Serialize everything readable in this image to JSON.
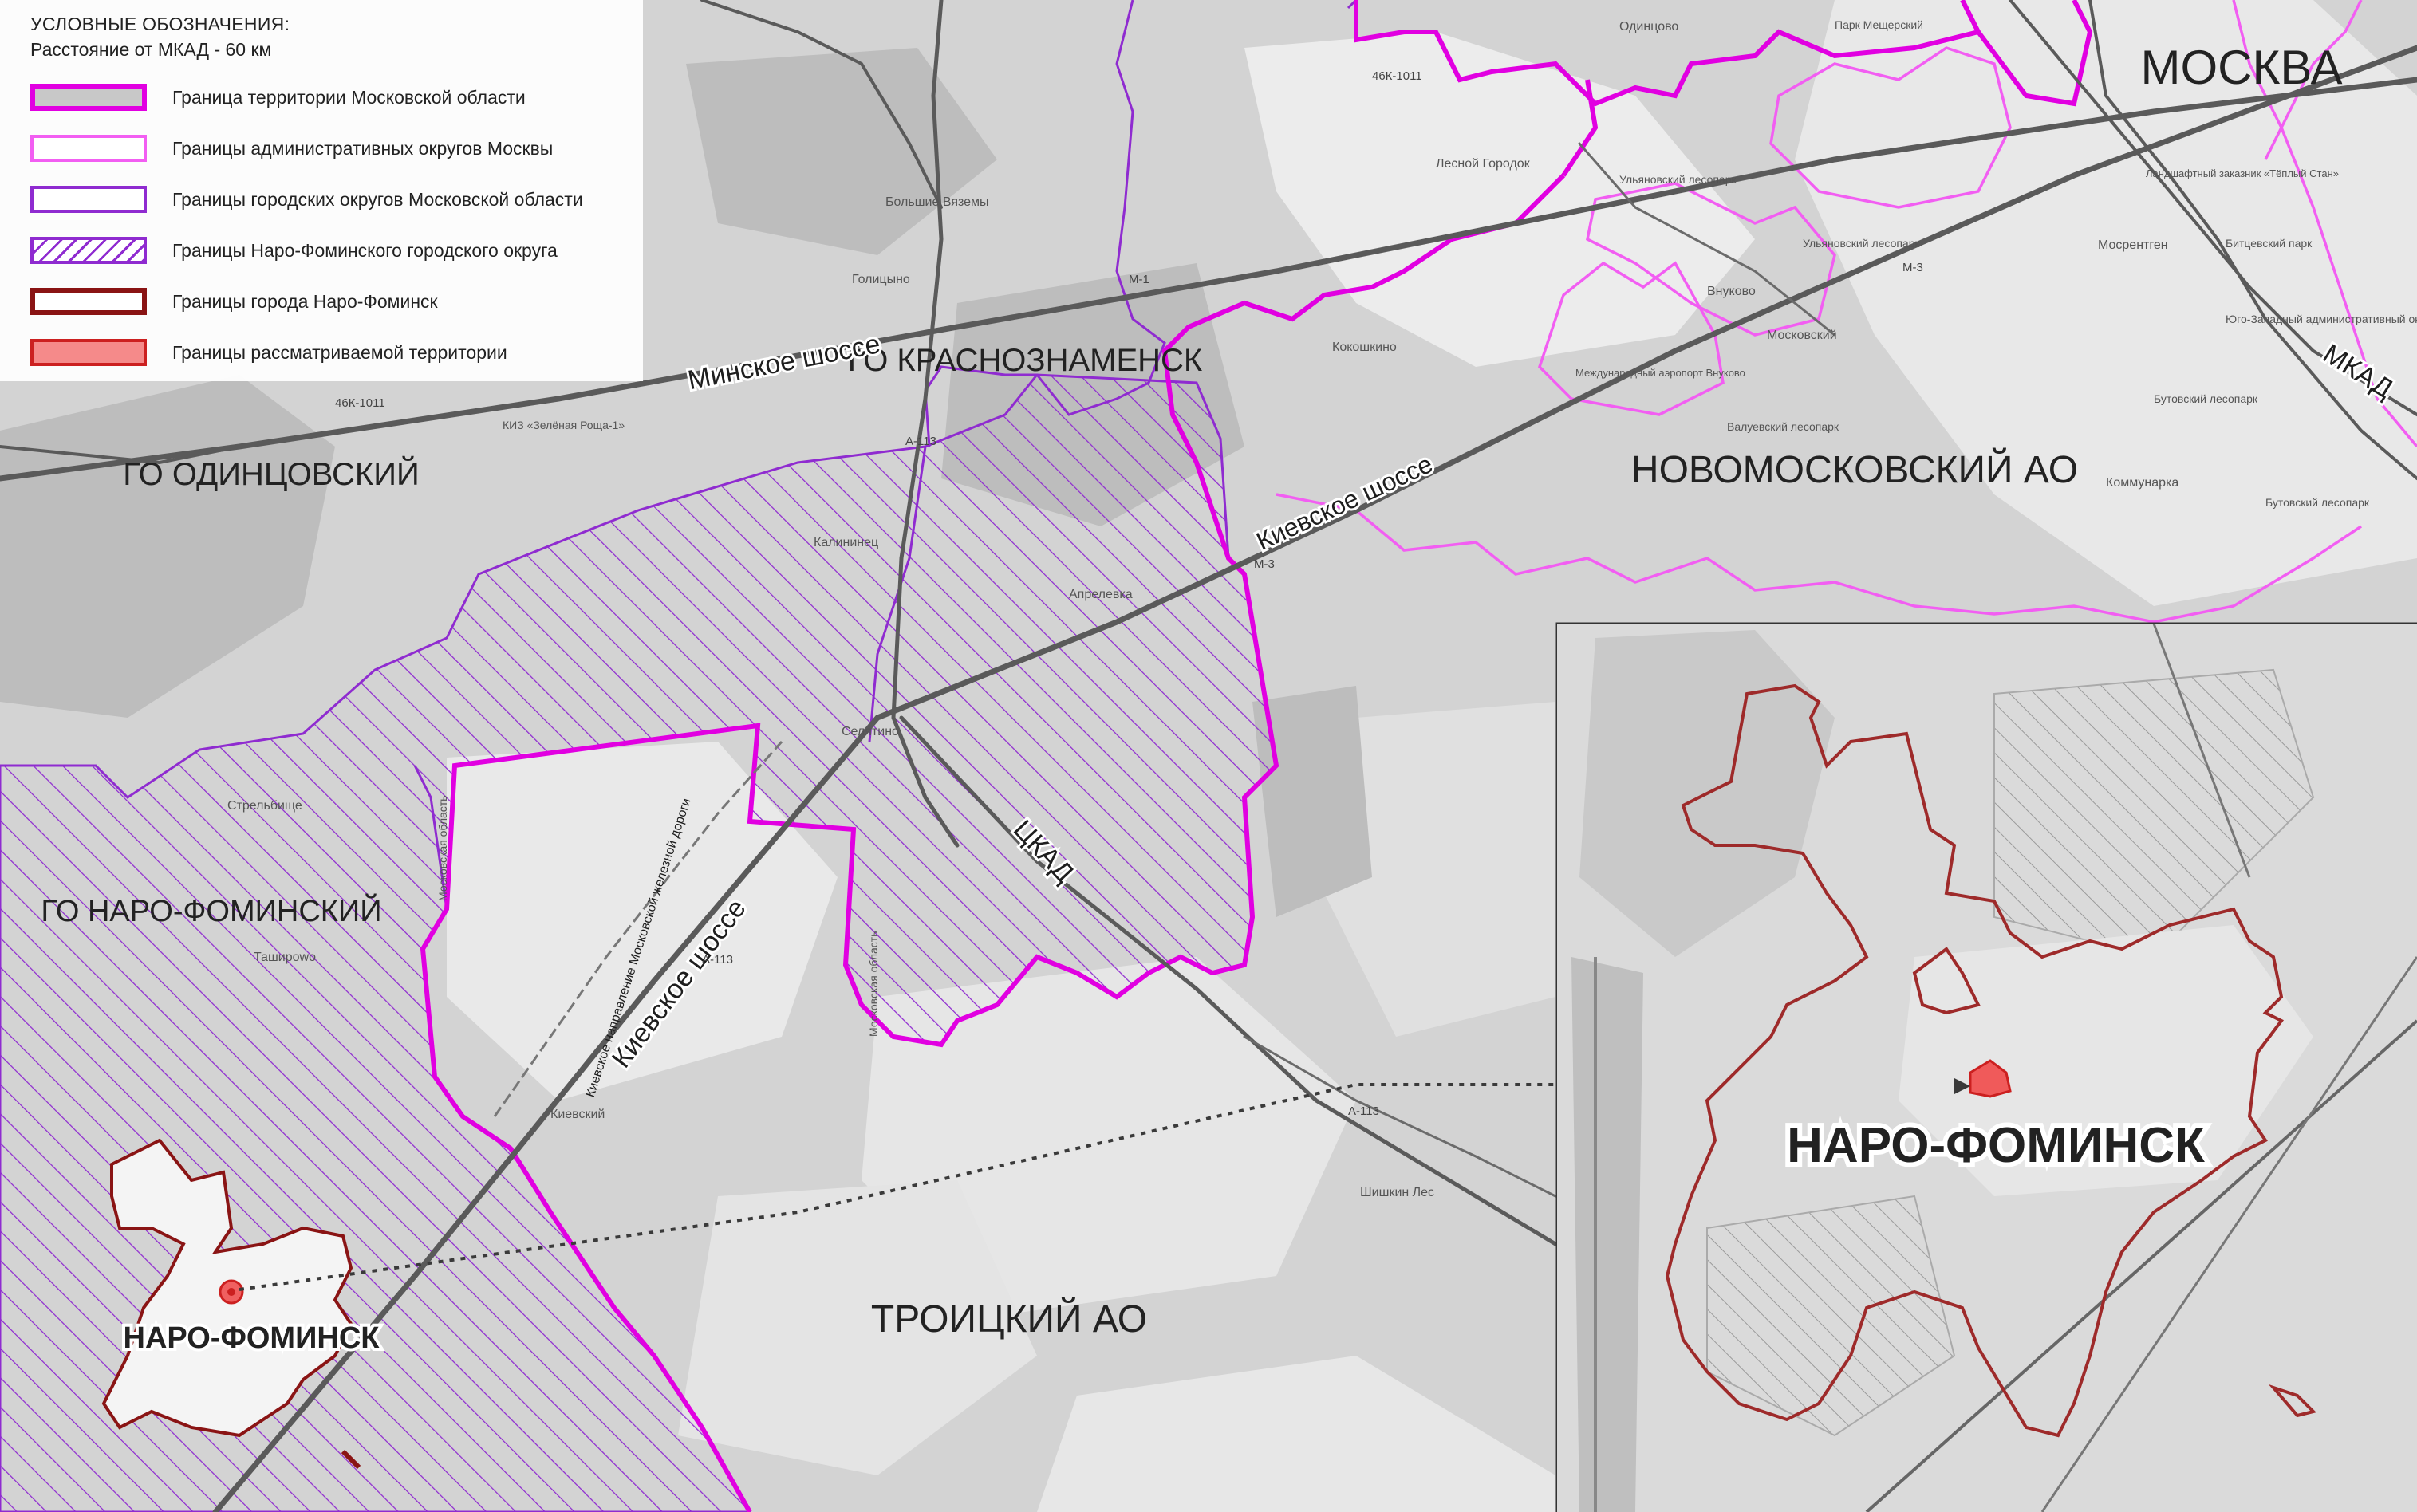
{
  "legend": {
    "title": "УСЛОВНЫЕ ОБОЗНАЧЕНИЯ:",
    "distance": "Расстояние от МКАД - 60 км",
    "items": [
      {
        "label": "Граница территории Московской области",
        "swatch": "oblast-boundary"
      },
      {
        "label": "Границы административных округов Москвы",
        "swatch": "moscow-ao-boundary"
      },
      {
        "label": "Границы городских округов Московской области",
        "swatch": "go-boundary"
      },
      {
        "label": "Границы Наро-Фоминского городского округа",
        "swatch": "naro-go-hatch"
      },
      {
        "label": "Границы города Наро-Фоминск",
        "swatch": "city-boundary"
      },
      {
        "label": "Границы рассматриваемой территории",
        "swatch": "site-fill"
      }
    ]
  },
  "regions": {
    "moskva": "МОСКВА",
    "go_krasnoznamensk": "ГО КРАСНОЗНАМЕНСК",
    "go_odintsovsky": "ГО ОДИНЦОВСКИЙ",
    "novomoskovsky": "НОВОМОСКОВСКИЙ АО",
    "go_naro_fominsky": "ГО НАРО-ФОМИНСКИЙ",
    "troitsky": "ТРОИЦКИЙ АО",
    "naro_fominsk_city": "НАРО-ФОМИНСК",
    "naro_fominsk_inset": "НАРО-ФОМИНСК"
  },
  "roads": {
    "minskoe": "Минское шоссе",
    "kievskoe_top": "Киевское шоссе",
    "kievskoe_mid": "Киевское шоссе",
    "ckad": "ЦКАД",
    "mkad": "МКАД",
    "railway": "Киевское направление Московской железной дороги"
  },
  "places": {
    "odintsovo": "Одинцово",
    "park_meshchersky": "Парк Мещерский",
    "lesnoy_gorodok": "Лесной Городок",
    "bolshie_vyazemy": "Большие Вяземы",
    "golitsyno": "Голицыно",
    "ulyanovsky_lesopark": "Ульяновский лесопарк",
    "vnukovo": "Внуково",
    "airport": "Международный аэропорт Внуково",
    "kokoshkino": "Кокошкино",
    "moskovsky": "Московский",
    "valuevsky": "Валуевский лесопарк",
    "kommunarka": "Коммунарка",
    "kiz_zelenaya": "КИЗ «Зелёная Роща-1»",
    "kalininets": "Калининец",
    "aprelevka": "Апрелевка",
    "selyatino": "Селятино",
    "strelbishche": "Стрельбище",
    "tashirovo": "Ташироwo",
    "kievsky": "Киевский",
    "shishkin_les": "Шишкин Лес",
    "moskovskaya_oblast_1": "Московская область",
    "moskovskaya_oblast_2": "Московская область",
    "mosrentgen": "Мосрентген",
    "bitsevsky": "Битцевский парк",
    "butovsky": "Бутовский лесопарк",
    "butovsky2": "Бутовский лесопарк",
    "yugo_zapadny": "Юго-Западный административный округ",
    "teply_stan": "Ландшафтный заказник «Тёплый Стан»"
  },
  "road_numbers": {
    "r1": "46К-1011",
    "r2": "46К-1011",
    "r3": "А-113",
    "r4": "А-113",
    "r5": "М-1",
    "r6": "М-3",
    "r7": "М-3",
    "r8": "А-113"
  },
  "colors": {
    "oblast_boundary": "#e100e1",
    "moscow_ao_boundary": "#f25ef2",
    "go_boundary": "#8f2bd0",
    "city_boundary": "#8a1414",
    "site_fill": "#f58a8a",
    "road": "#555555"
  }
}
